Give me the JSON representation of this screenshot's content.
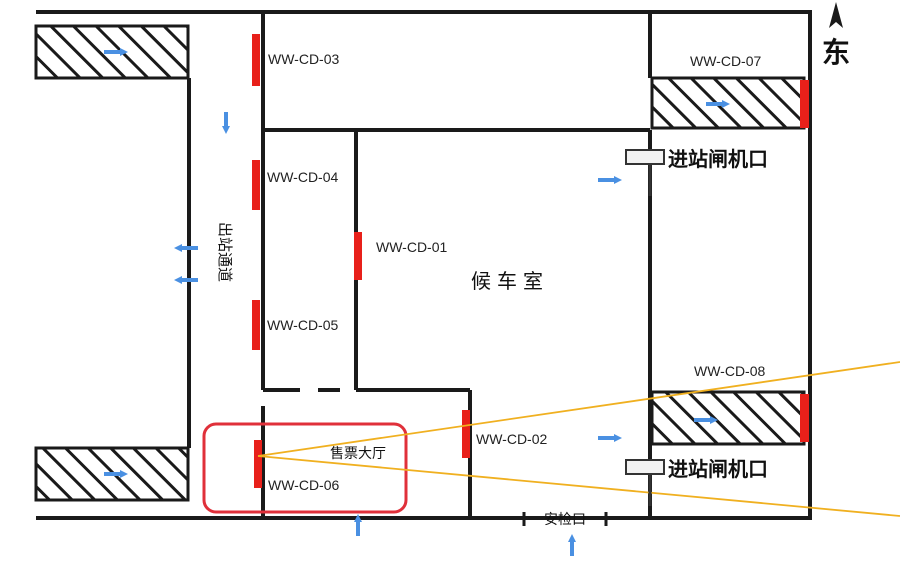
{
  "compass": {
    "direction": "东"
  },
  "rooms": {
    "waiting": "候车室",
    "ticket_hall": "售票大厅",
    "exit_passage": "出站通道"
  },
  "gates": {
    "upper": "进站闸机口",
    "lower": "进站闸机口",
    "security": "安检口"
  },
  "cameras": [
    {
      "id": "WW-CD-01"
    },
    {
      "id": "WW-CD-02"
    },
    {
      "id": "WW-CD-03"
    },
    {
      "id": "WW-CD-04"
    },
    {
      "id": "WW-CD-05"
    },
    {
      "id": "WW-CD-06"
    },
    {
      "id": "WW-CD-07"
    },
    {
      "id": "WW-CD-08"
    }
  ],
  "colors": {
    "wall": "#1a1a1a",
    "camera": "#e8201a",
    "arrow": "#4a90e2",
    "highlight": "#e0303a",
    "sightline": "#f0b020"
  }
}
